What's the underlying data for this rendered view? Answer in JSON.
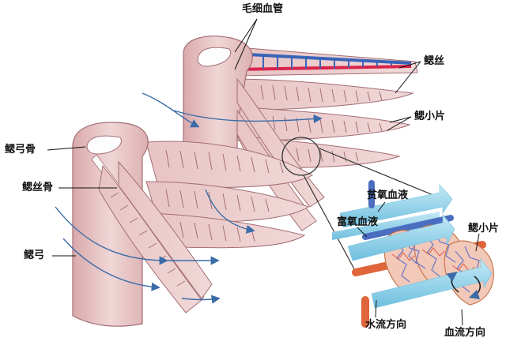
{
  "labels": {
    "capillary": "毛细血管",
    "gill_filament": "鳃丝",
    "gill_lamella_top": "鳃小片",
    "gill_arch_bone": "鳃弓骨",
    "gill_filament_bone": "鳃丝骨",
    "gill_arch": "鳃弓",
    "deoxygenated_blood": "贫氧血液",
    "oxygenated_blood": "富氧血液",
    "gill_lamella_inset": "鳃小片",
    "water_flow_direction": "水流方向",
    "blood_flow_direction": "血流方向"
  },
  "colors": {
    "tissue": "#eac9c9",
    "tissue_shade": "#d9a9ab",
    "outline": "#a36e74",
    "bone": "#fdfdfd",
    "vessel_red": "#d9234b",
    "vessel_blue": "#3a64b8",
    "water_arrow": "#8fd0e8",
    "water_arrow_light": "#c4e9f5",
    "flow_arrow": "#3b6ca8"
  }
}
